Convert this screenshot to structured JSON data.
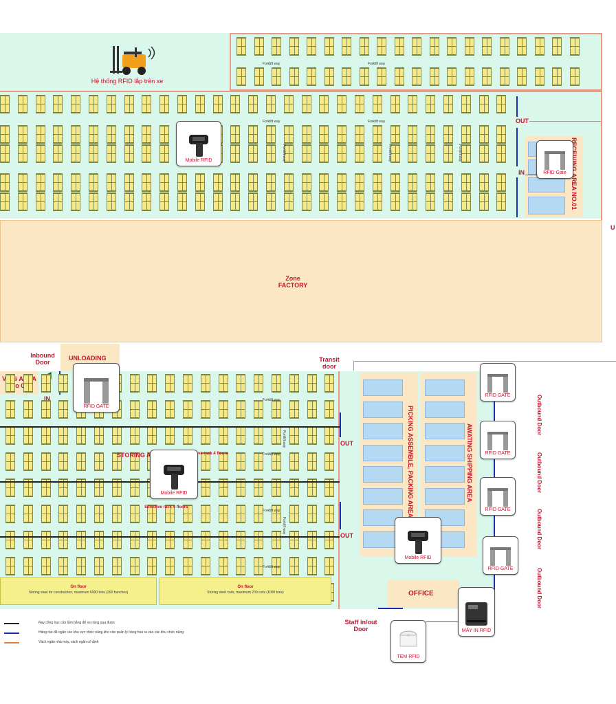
{
  "top": {
    "forklift_caption": "Hệ thống RFID lắp trên xe",
    "forklift_way": "Forklift way"
  },
  "main": {
    "forklift_way": "Forklift way",
    "mobile_rfid": "Mobile RFID",
    "out_label": "OUT",
    "in_label": "IN",
    "receiving_area_1": "RECEIVING AREA NO.01",
    "rfid_gate": "RFID Gate",
    "u_fragment": "U"
  },
  "factory": {
    "line1": "Zone",
    "line2": "FACTORY"
  },
  "bottom": {
    "inbound_door": "Inbound Door",
    "unloading": "UNLOADING",
    "receiving_area_2_line1": "VING AREA",
    "receiving_area_2_line2": "No 02",
    "rfid_gate_upper": "RFID GATE",
    "in_label": "IN",
    "forklift_way": "Forklift way",
    "storing_area": "STORING A",
    "selective_rack": "ve rack 4 floors",
    "selective_rack_full": "Selective rack 4 floors",
    "mobile_rfid": "Mobile RFID",
    "transit_door": "Transit door",
    "out_label": "OUT",
    "picking_area": "PICKING ASSEMBLE, PACKING AREA",
    "awaiting_area": "AWATING SHIPPING AREA",
    "outbound_door": "Outbound Door",
    "on_floor": "On floor",
    "on_floor_1_desc": "Storing steel for construction, maximum 6000 tons (200 bunches)",
    "on_floor_2_desc": "Storing steel coils, maximum 200 coils (1000 tons)",
    "office": "OFFICE",
    "staff_door": "Staff in/out Door",
    "printer": "MÁY IN RFID",
    "tag": "TEM RFID"
  },
  "legend": [
    {
      "text": "Ray cổng trục cần lắm bằng để xe nâng qua được",
      "color": "#222222"
    },
    {
      "text": "Hàng rào để ngăn các khu vực chức năng kho cần quản lý hàng hoá ra vào các khu chức năng",
      "color": "#1a2fb0"
    },
    {
      "text": "Vách ngăn nhà máy, vách ngăn cố định",
      "color": "#e07b39"
    }
  ],
  "colors": {
    "panel": "#d9f7ea",
    "zone": "#fbe7c4",
    "accent_red": "#c8102e",
    "rack_yellow": "#f6e98a",
    "fence_blue": "#1a2fb0"
  }
}
